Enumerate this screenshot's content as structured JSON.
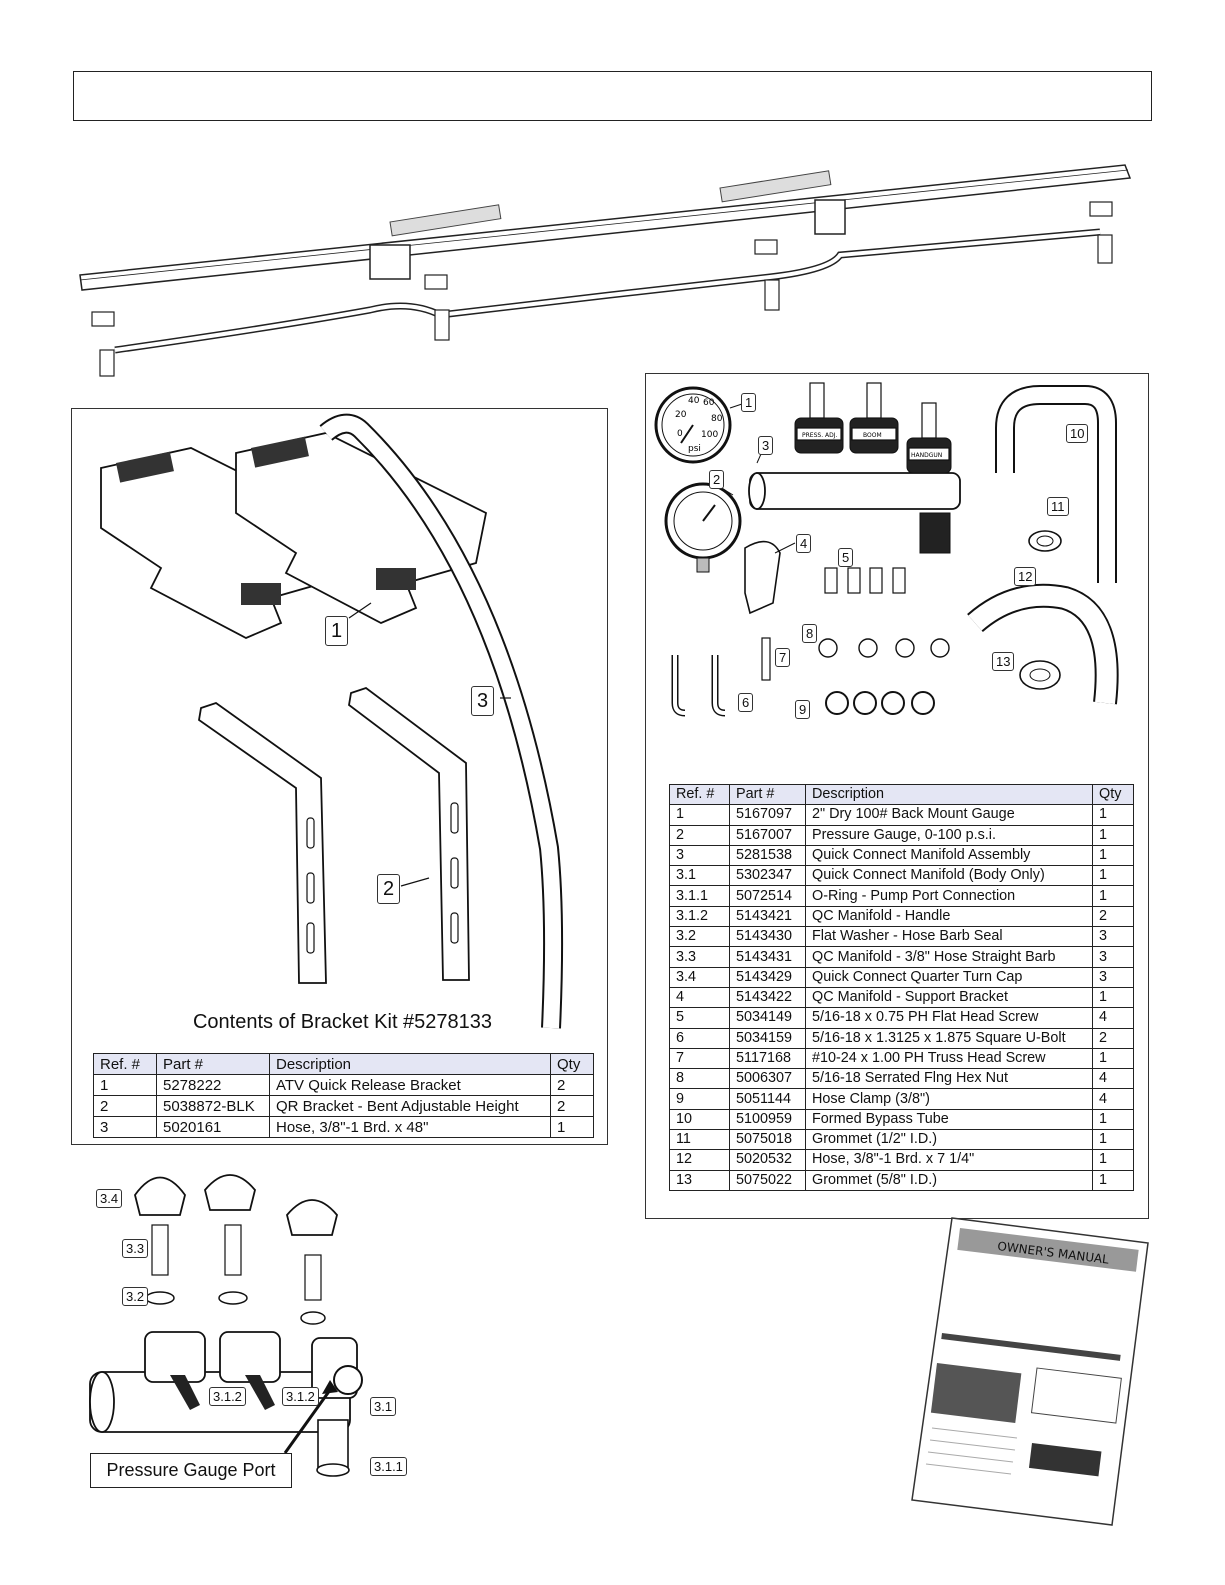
{
  "kit": {
    "caption": "Contents of Bracket Kit #5278133",
    "headers": [
      "Ref. #",
      "Part #",
      "Description",
      "Qty"
    ],
    "rows": [
      [
        "1",
        "5278222",
        "ATV Quick Release Bracket",
        "2"
      ],
      [
        "2",
        "5038872-BLK",
        "QR Bracket - Bent Adjustable Height",
        "2"
      ],
      [
        "3",
        "5020161",
        "Hose, 3/8\"-1 Brd. x 48\"",
        "1"
      ]
    ],
    "callouts": [
      "1",
      "2",
      "3"
    ]
  },
  "manifold": {
    "headers": [
      "Ref. #",
      "Part #",
      "Description",
      "Qty"
    ],
    "rows": [
      [
        "1",
        "5167097",
        "2\" Dry 100# Back Mount Gauge",
        "1"
      ],
      [
        "2",
        "5167007",
        "Pressure Gauge, 0-100 p.s.i.",
        "1"
      ],
      [
        "3",
        "5281538",
        "Quick Connect Manifold Assembly",
        "1"
      ],
      [
        "3.1",
        "5302347",
        "Quick Connect Manifold (Body Only)",
        "1"
      ],
      [
        "3.1.1",
        "5072514",
        "O-Ring - Pump Port Connection",
        "1"
      ],
      [
        "3.1.2",
        "5143421",
        "QC Manifold - Handle",
        "2"
      ],
      [
        "3.2",
        "5143430",
        "Flat Washer - Hose Barb Seal",
        "3"
      ],
      [
        "3.3",
        "5143431",
        "QC Manifold - 3/8\" Hose Straight Barb",
        "3"
      ],
      [
        "3.4",
        "5143429",
        "Quick Connect Quarter Turn Cap",
        "3"
      ],
      [
        "4",
        "5143422",
        "QC Manifold - Support Bracket",
        "1"
      ],
      [
        "5",
        "5034149",
        "5/16-18 x 0.75 PH Flat Head Screw",
        "4"
      ],
      [
        "6",
        "5034159",
        "5/16-18 x 1.3125 x 1.875  Square U-Bolt",
        "2"
      ],
      [
        "7",
        "5117168",
        "#10-24 x 1.00 PH Truss Head Screw",
        "1"
      ],
      [
        "8",
        "5006307",
        "5/16-18 Serrated Flng Hex Nut",
        "4"
      ],
      [
        "9",
        "5051144",
        "Hose Clamp (3/8\")",
        "4"
      ],
      [
        "10",
        "5100959",
        "Formed Bypass Tube",
        "1"
      ],
      [
        "11",
        "5075018",
        "Grommet (1/2\" I.D.)",
        "1"
      ],
      [
        "12",
        "5020532",
        "Hose, 3/8\"-1 Brd. x 7 1/4\"",
        "1"
      ],
      [
        "13",
        "5075022",
        "Grommet (5/8\" I.D.)",
        "1"
      ]
    ],
    "callouts": [
      "1",
      "2",
      "3",
      "4",
      "5",
      "6",
      "7",
      "8",
      "9",
      "10",
      "11",
      "12",
      "13"
    ],
    "gauge_labels": {
      "unit": "psi",
      "ticks": [
        "20",
        "40",
        "60",
        "80",
        "0",
        "100"
      ]
    },
    "valve_labels": [
      "PRESS. ADJ.",
      "BOOM",
      "HANDGUN"
    ]
  },
  "exploded": {
    "callouts": [
      "3.4",
      "3.3",
      "3.2",
      "3.1.2",
      "3.1.2",
      "3.1",
      "3.1.1"
    ],
    "gauge_port_label": "Pressure Gauge Port"
  },
  "manual_thumb": {
    "title": "OWNER'S MANUAL"
  }
}
